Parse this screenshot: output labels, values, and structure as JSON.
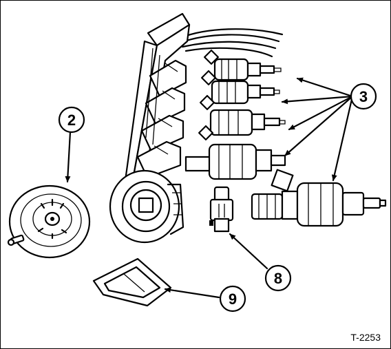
{
  "diagram": {
    "callouts": [
      {
        "id": "c2",
        "text": "2"
      },
      {
        "id": "c3",
        "text": "3"
      },
      {
        "id": "c8",
        "text": "8"
      },
      {
        "id": "c9",
        "text": "9"
      }
    ],
    "figure_ref": "T-2253"
  },
  "colors": {
    "ink": "#000000",
    "paper": "#ffffff"
  }
}
